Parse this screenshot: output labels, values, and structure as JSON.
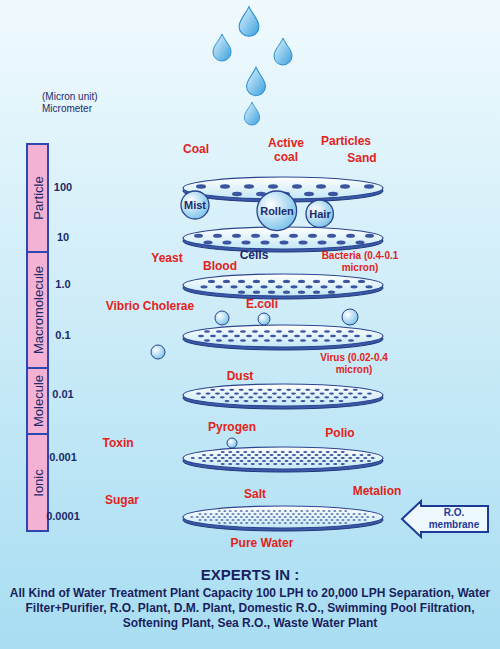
{
  "diagram": {
    "nodes": [
      {
        "text": [
          "Particle"
        ]
      },
      {
        "text": [
          "Mist"
        ]
      },
      {
        "text": [
          "Rollen"
        ]
      },
      {
        "text": [
          "Hair"
        ]
      },
      {
        "text": [
          "Macromolecule"
        ]
      },
      {
        "text": [
          "Molecule"
        ]
      },
      {
        "text": [
          "Ionic"
        ]
      },
      {
        "text": [
          "R.O. membrane"
        ]
      }
    ],
    "labels": [
      "(Micron unit)",
      "Micrometer",
      "100",
      "10",
      "1.0",
      "0.1",
      "0.01",
      "0.001",
      "0.0001",
      "Coal",
      "Active coal",
      "Particles",
      "Sand",
      "Yeast",
      "Cells",
      "Blood",
      "Bacteria (0.4-0.1 micron)",
      "Vibrio Cholerae",
      "E.coli",
      "Virus (0.02-0.4 micron)",
      "Dust",
      "Toxin",
      "Pyrogen",
      "Polio",
      "Sugar",
      "Salt",
      "Metalion",
      "Pure Water",
      "EXPERTS IN :",
      "All Kind of Water Treatment Plant Capacity 100 LPH to 20,000 LPH Separation, Water Filter+Purifier, R.O. Plant, D.M. Plant, Domestic R.O., Swimming Pool Filtration, Softening Plant, Sea R.O., Waste Water Plant"
    ]
  }
}
